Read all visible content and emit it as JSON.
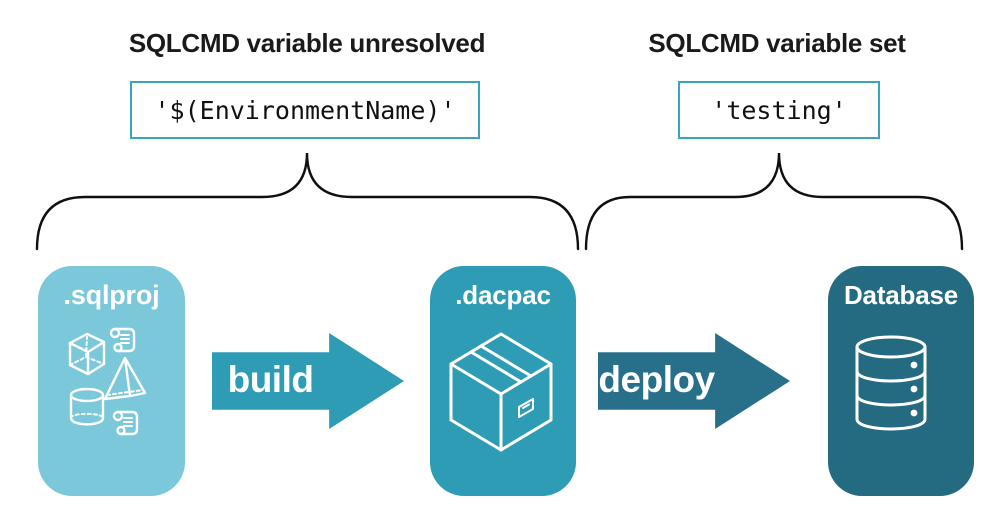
{
  "annotations": {
    "left": {
      "heading": "SQLCMD variable unresolved",
      "code": "'$(EnvironmentName)'"
    },
    "right": {
      "heading": "SQLCMD variable set",
      "code": "'testing'"
    }
  },
  "pipeline": {
    "nodes": [
      {
        "id": "sqlproj",
        "label": ".sqlproj",
        "icon": "sql-objects-icon"
      },
      {
        "id": "dacpac",
        "label": ".dacpac",
        "icon": "package-box-icon"
      },
      {
        "id": "database",
        "label": "Database",
        "icon": "database-cylinder-icon"
      }
    ],
    "arrows": [
      {
        "id": "build",
        "label": "build"
      },
      {
        "id": "deploy",
        "label": "deploy"
      }
    ]
  },
  "colors": {
    "heading_text": "#1a1a1a",
    "code_text": "#111111",
    "code_box_border": "#38a5bf",
    "brace_stroke": "#101010",
    "sqlproj_fill": "#7cc8db",
    "dacpac_fill": "#2f9cb5",
    "database_fill": "#246b82",
    "build_arrow_fill": "#2f9cb5",
    "deploy_arrow_fill": "#28708a",
    "node_label_text": "#ffffff",
    "icon_stroke": "#ffffff"
  }
}
